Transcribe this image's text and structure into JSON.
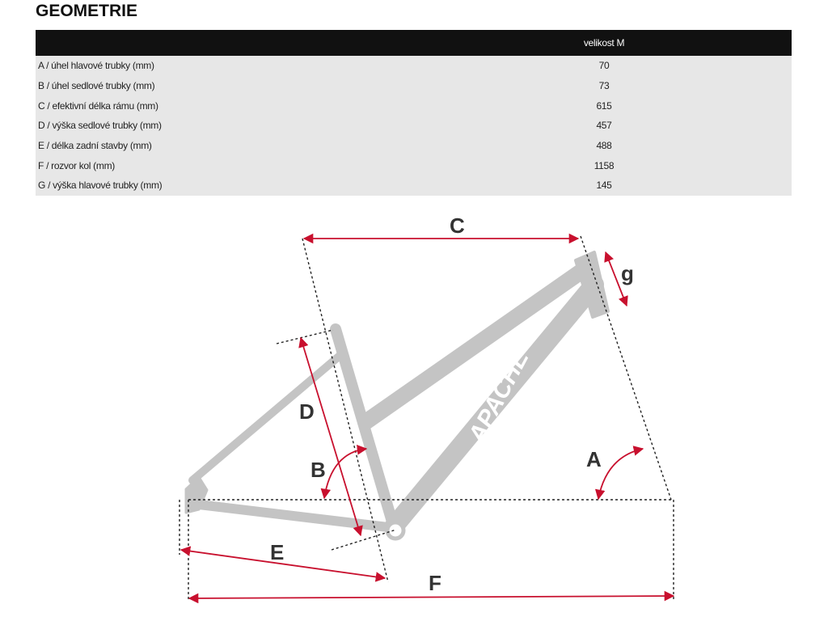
{
  "title": "GEOMETRIE",
  "table": {
    "header": {
      "label": "",
      "size": "velikost M"
    },
    "rows": [
      {
        "label": "A / úhel hlavové trubky (mm)",
        "value": "70"
      },
      {
        "label": "B / úhel sedlové trubky (mm)",
        "value": "73"
      },
      {
        "label": "C / efektivní délka rámu (mm)",
        "value": "615"
      },
      {
        "label": "D / výška sedlové trubky (mm)",
        "value": "457"
      },
      {
        "label": "E / délka zadní stavby (mm)",
        "value": "488"
      },
      {
        "label": "F / rozvor kol (mm)",
        "value": "1158"
      },
      {
        "label": "G / výška hlavové trubky (mm)",
        "value": "145"
      }
    ]
  },
  "diagram": {
    "brand": "APACHE",
    "labels": {
      "a": "A",
      "b": "B",
      "c": "C",
      "d": "D",
      "e": "E",
      "f": "F",
      "g": "g"
    },
    "colors": {
      "dimension": "#c8102e",
      "frame": "#c4c4c4",
      "guide": "#222222"
    }
  }
}
